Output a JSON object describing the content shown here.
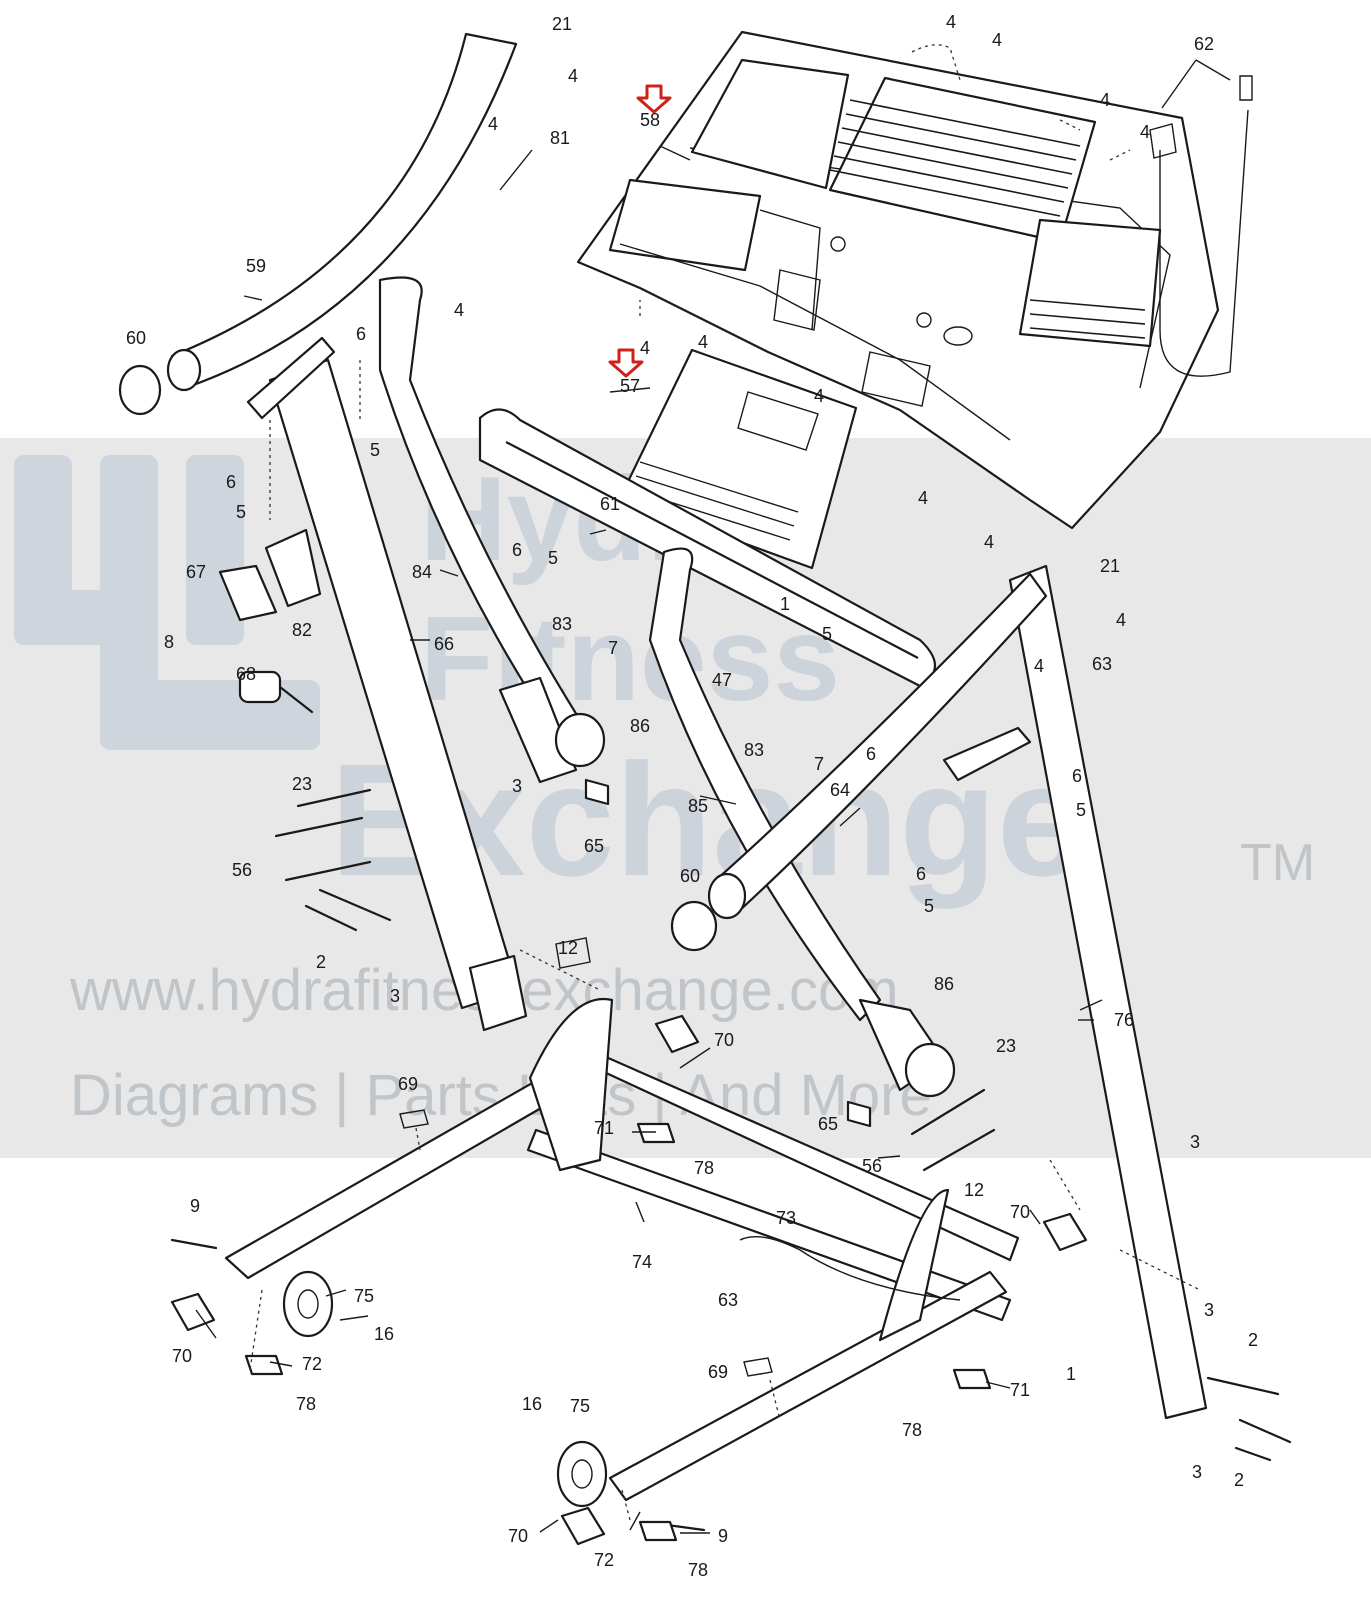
{
  "diagram": {
    "callouts": [
      {
        "id": "c21a",
        "text": "21"
      },
      {
        "id": "c4a",
        "text": "4"
      },
      {
        "id": "c4b",
        "text": "4"
      },
      {
        "id": "c81",
        "text": "81"
      },
      {
        "id": "c59",
        "text": "59"
      },
      {
        "id": "c4c",
        "text": "4"
      },
      {
        "id": "c60a",
        "text": "60"
      },
      {
        "id": "c6a",
        "text": "6"
      },
      {
        "id": "c5a",
        "text": "5"
      },
      {
        "id": "c58",
        "text": "58"
      },
      {
        "id": "c4d",
        "text": "4"
      },
      {
        "id": "c4e",
        "text": "4"
      },
      {
        "id": "c62",
        "text": "62"
      },
      {
        "id": "c4f",
        "text": "4"
      },
      {
        "id": "c4g",
        "text": "4"
      },
      {
        "id": "c4h",
        "text": "4"
      },
      {
        "id": "c57",
        "text": "57"
      },
      {
        "id": "c4i",
        "text": "4"
      },
      {
        "id": "c4j",
        "text": "4"
      },
      {
        "id": "c4k",
        "text": "4"
      },
      {
        "id": "c4l",
        "text": "4"
      },
      {
        "id": "c21b",
        "text": "21"
      },
      {
        "id": "c4m",
        "text": "4"
      },
      {
        "id": "c6b",
        "text": "6"
      },
      {
        "id": "c5b",
        "text": "5"
      },
      {
        "id": "c67",
        "text": "67"
      },
      {
        "id": "c82",
        "text": "82"
      },
      {
        "id": "c8",
        "text": "8"
      },
      {
        "id": "c84",
        "text": "84"
      },
      {
        "id": "c6c",
        "text": "6"
      },
      {
        "id": "c5c",
        "text": "5"
      },
      {
        "id": "c61",
        "text": "61"
      },
      {
        "id": "c83a",
        "text": "83"
      },
      {
        "id": "c7a",
        "text": "7"
      },
      {
        "id": "c66",
        "text": "66"
      },
      {
        "id": "c1a",
        "text": "1"
      },
      {
        "id": "c47",
        "text": "47"
      },
      {
        "id": "c5d",
        "text": "5"
      },
      {
        "id": "c4n",
        "text": "4"
      },
      {
        "id": "c63a",
        "text": "63"
      },
      {
        "id": "c68",
        "text": "68"
      },
      {
        "id": "c86a",
        "text": "86"
      },
      {
        "id": "c83b",
        "text": "83"
      },
      {
        "id": "c7b",
        "text": "7"
      },
      {
        "id": "c6d",
        "text": "6"
      },
      {
        "id": "c23a",
        "text": "23"
      },
      {
        "id": "c3a",
        "text": "3"
      },
      {
        "id": "c6e",
        "text": "6"
      },
      {
        "id": "c5e",
        "text": "5"
      },
      {
        "id": "c85",
        "text": "85"
      },
      {
        "id": "c64",
        "text": "64"
      },
      {
        "id": "c65a",
        "text": "65"
      },
      {
        "id": "c56a",
        "text": "56"
      },
      {
        "id": "c60b",
        "text": "60"
      },
      {
        "id": "c6f",
        "text": "6"
      },
      {
        "id": "c5f",
        "text": "5"
      },
      {
        "id": "c2a",
        "text": "2"
      },
      {
        "id": "c3b",
        "text": "3"
      },
      {
        "id": "c12a",
        "text": "12"
      },
      {
        "id": "c86b",
        "text": "86"
      },
      {
        "id": "c76",
        "text": "76"
      },
      {
        "id": "c70a",
        "text": "70"
      },
      {
        "id": "c23b",
        "text": "23"
      },
      {
        "id": "c69a",
        "text": "69"
      },
      {
        "id": "c71a",
        "text": "71"
      },
      {
        "id": "c65b",
        "text": "65"
      },
      {
        "id": "c3c",
        "text": "3"
      },
      {
        "id": "c78a",
        "text": "78"
      },
      {
        "id": "c56b",
        "text": "56"
      },
      {
        "id": "c9a",
        "text": "9"
      },
      {
        "id": "c12b",
        "text": "12"
      },
      {
        "id": "c73",
        "text": "73"
      },
      {
        "id": "c70b",
        "text": "70"
      },
      {
        "id": "c74",
        "text": "74"
      },
      {
        "id": "c63b",
        "text": "63"
      },
      {
        "id": "c75a",
        "text": "75"
      },
      {
        "id": "c16a",
        "text": "16"
      },
      {
        "id": "c70c",
        "text": "70"
      },
      {
        "id": "c72a",
        "text": "72"
      },
      {
        "id": "c3d",
        "text": "3"
      },
      {
        "id": "c2b",
        "text": "2"
      },
      {
        "id": "c78b",
        "text": "78"
      },
      {
        "id": "c69b",
        "text": "69"
      },
      {
        "id": "c1b",
        "text": "1"
      },
      {
        "id": "c71b",
        "text": "71"
      },
      {
        "id": "c16b",
        "text": "16"
      },
      {
        "id": "c75b",
        "text": "75"
      },
      {
        "id": "c78c",
        "text": "78"
      },
      {
        "id": "c3e",
        "text": "3"
      },
      {
        "id": "c2c",
        "text": "2"
      },
      {
        "id": "c9b",
        "text": "9"
      },
      {
        "id": "c70d",
        "text": "70"
      },
      {
        "id": "c72b",
        "text": "72"
      },
      {
        "id": "c78d",
        "text": "78"
      }
    ]
  },
  "watermark": {
    "logo_line1": "Hydra",
    "logo_line2": "Fitness",
    "logo_line3": "Exchange",
    "trademark": "TM",
    "url": "www.hydrafitnessexchange.com",
    "tagline": "Diagrams | Parts Lists | And More"
  },
  "highlight": {
    "arrow_color": "#d0201a",
    "marked_parts": [
      "58",
      "57"
    ]
  },
  "icons": [
    "down-arrow-icon"
  ]
}
